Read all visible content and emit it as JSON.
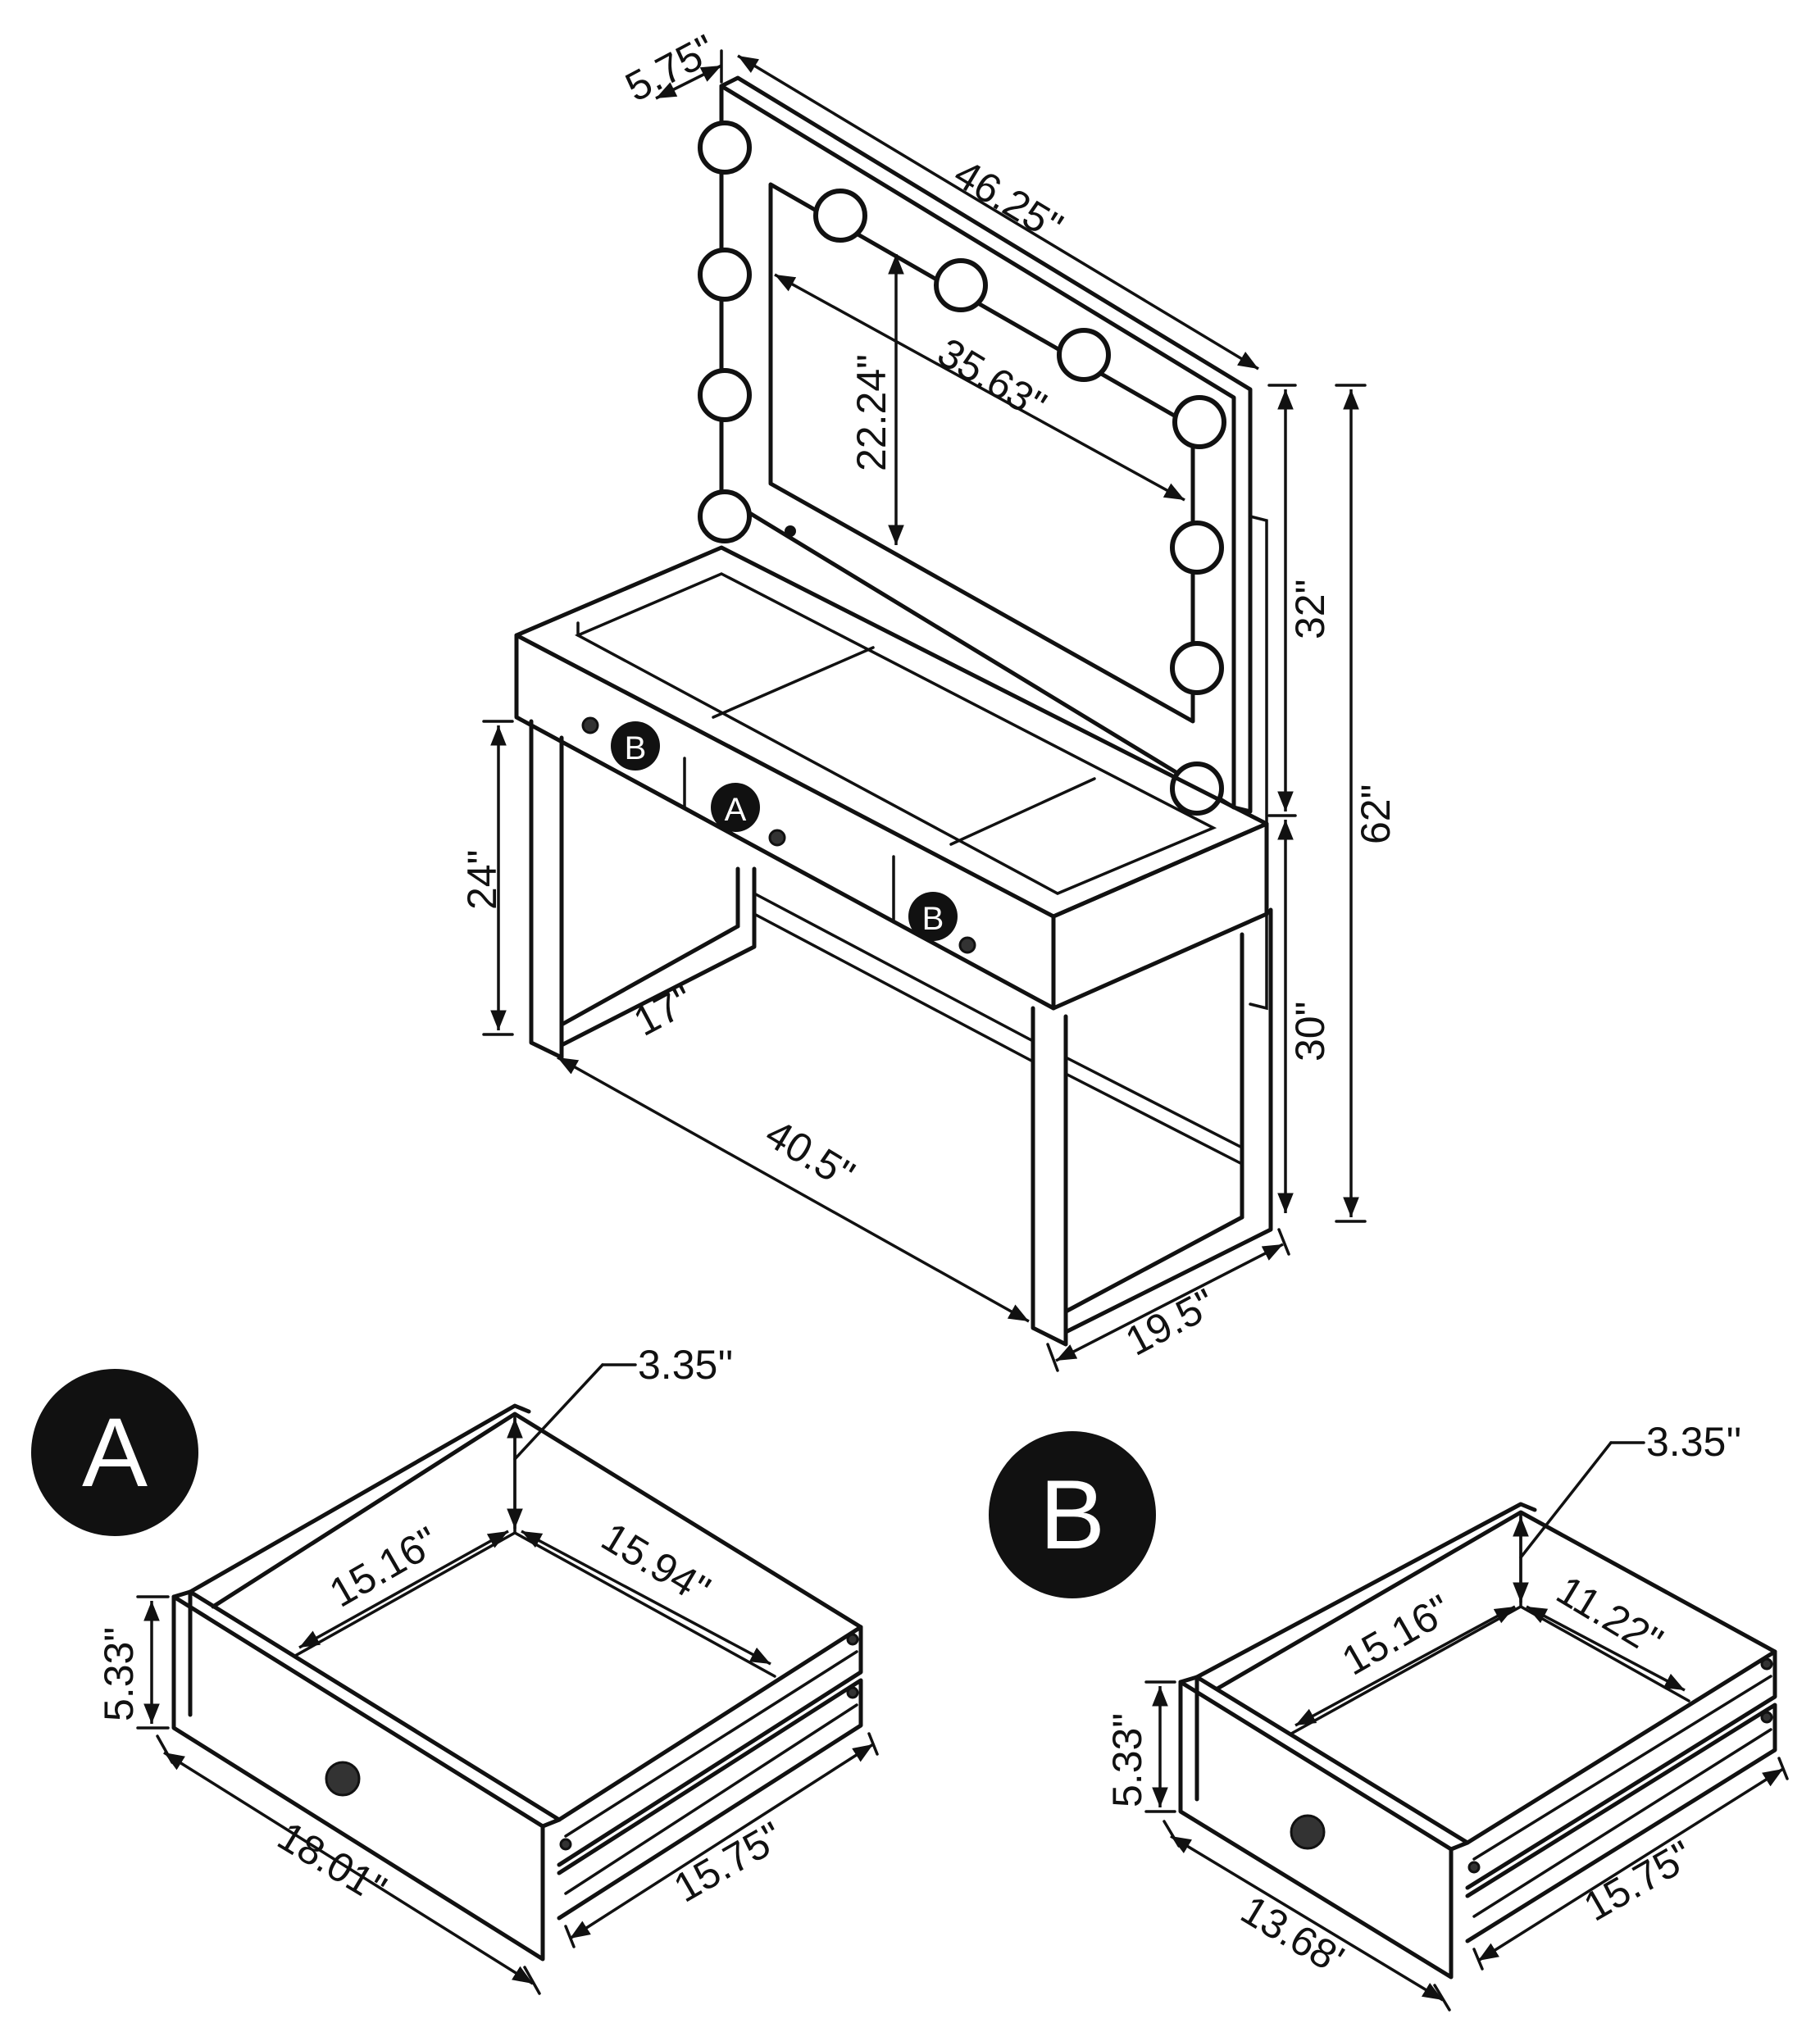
{
  "badges": {
    "a": "A",
    "b": "B"
  },
  "vanity": {
    "mirror_depth": "5.75\"",
    "mirror_width": "46.25\"",
    "mirror_glass_width": "35.63\"",
    "mirror_glass_height": "22.24\"",
    "mirror_height": "32\"",
    "overall_height": "62\"",
    "leg_clearance_height": "24\"",
    "leg_clearance_depth": "17\"",
    "table_height": "30\"",
    "table_width": "40.5\"",
    "table_depth": "19.5\""
  },
  "drawer_a": {
    "inner_depth": "3.35''",
    "inner_width": "15.16\"",
    "inner_length": "15.94\"",
    "front_height": "5.33\"",
    "front_width": "18.01\"",
    "overall_length": "15.75\""
  },
  "drawer_b": {
    "inner_depth": "3.35''",
    "inner_width": "15.16\"",
    "inner_length": "11.22\"",
    "front_height": "5.33\"",
    "front_width": "13.68'",
    "overall_length": "15.75\""
  }
}
